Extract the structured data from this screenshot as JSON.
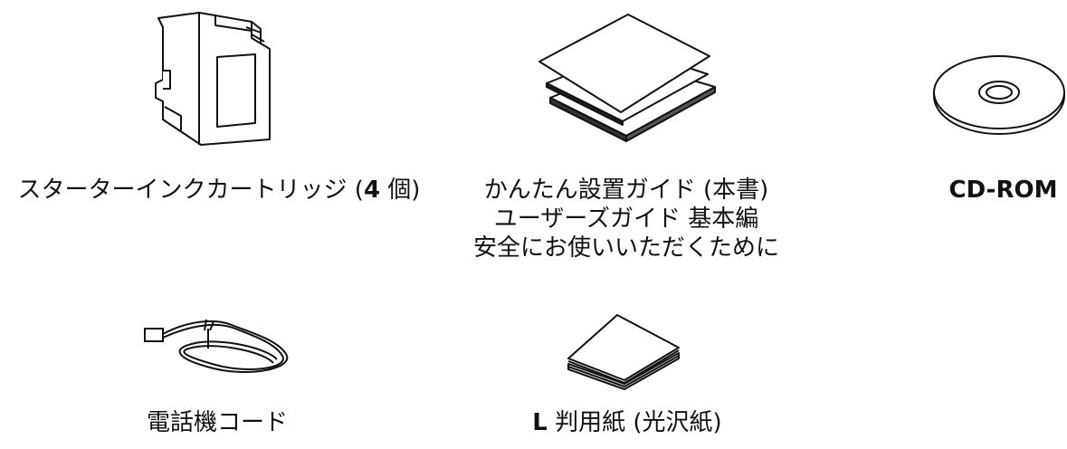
{
  "items": {
    "ink": {
      "label_main": "スターターインクカートリッジ (",
      "label_bold": "4",
      "label_tail": " 個)"
    },
    "guides": {
      "lines": [
        "かんたん設置ガイド (本書)",
        "ユーザーズガイド 基本編",
        "安全にお使いいただくために"
      ]
    },
    "cdrom": {
      "label": "CD-ROM"
    },
    "cord": {
      "label": "電話機コード"
    },
    "paper": {
      "label_bold": "L",
      "label_tail": " 判用紙 (光沢紙)"
    }
  },
  "colors": {
    "ink": "#111111",
    "background": "#ffffff"
  }
}
